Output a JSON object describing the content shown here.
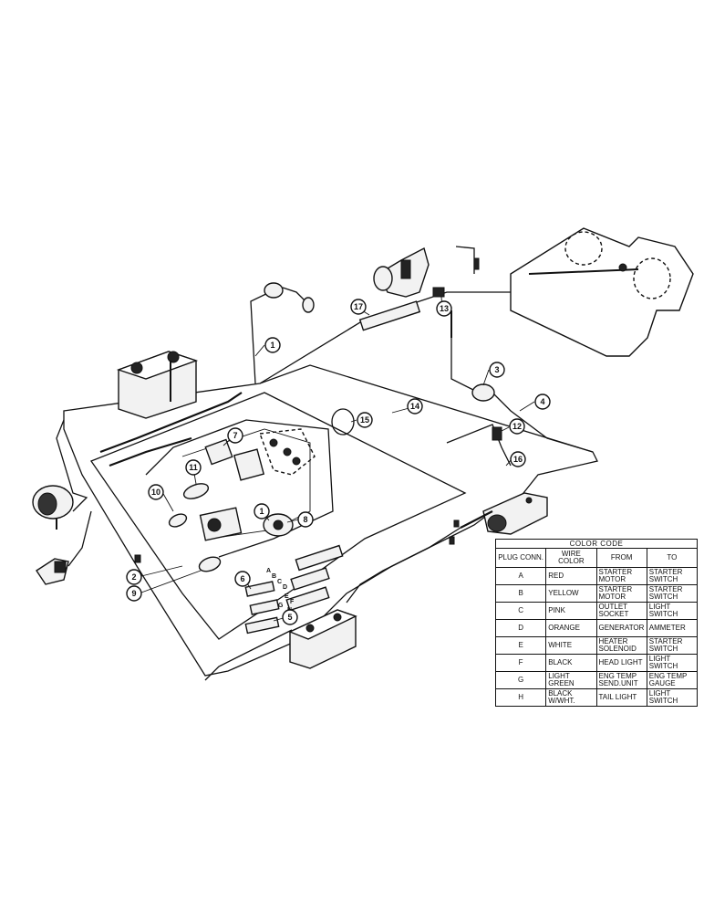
{
  "callouts": [
    "1",
    "1",
    "2",
    "3",
    "4",
    "5",
    "6",
    "7",
    "8",
    "9",
    "10",
    "11",
    "12",
    "13",
    "14",
    "15",
    "16",
    "17"
  ],
  "plug_letters": [
    "A",
    "B",
    "C",
    "D",
    "E",
    "F",
    "G",
    "H"
  ],
  "color_code": {
    "title": "COLOR CODE",
    "headers": {
      "plug": "PLUG CONN.",
      "wire": "WIRE COLOR",
      "from": "FROM",
      "to": "TO"
    },
    "rows": [
      {
        "plug": "A",
        "wire": "RED",
        "from": "STARTER MOTOR",
        "to": "STARTER SWITCH"
      },
      {
        "plug": "B",
        "wire": "YELLOW",
        "from": "STARTER MOTOR",
        "to": "STARTER SWITCH"
      },
      {
        "plug": "C",
        "wire": "PINK",
        "from": "OUTLET SOCKET",
        "to": "LIGHT SWITCH"
      },
      {
        "plug": "D",
        "wire": "ORANGE",
        "from": "GENERATOR",
        "to": "AMMETER"
      },
      {
        "plug": "E",
        "wire": "WHITE",
        "from": "HEATER SOLENOID",
        "to": "STARTER SWITCH"
      },
      {
        "plug": "F",
        "wire": "BLACK",
        "from": "HEAD LIGHT",
        "to": "LIGHT SWITCH"
      },
      {
        "plug": "G",
        "wire": "LIGHT GREEN",
        "from": "ENG TEMP SEND.UNIT",
        "to": "ENG TEMP GAUGE"
      },
      {
        "plug": "H",
        "wire": "BLACK W/WHT.",
        "from": "TAIL LIGHT",
        "to": "LIGHT SWITCH"
      }
    ]
  }
}
